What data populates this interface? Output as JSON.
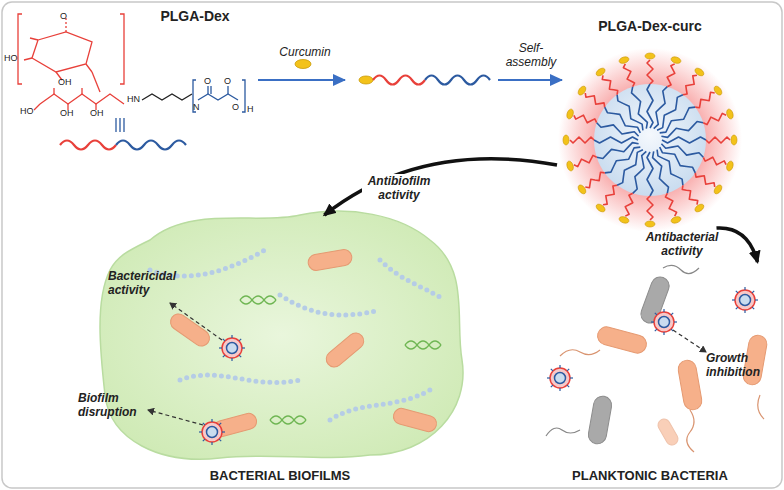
{
  "diagram": {
    "nodes": [
      {
        "text": [
          "PLGA-Dex"
        ]
      },
      {
        "text": [
          "PLGA-Dex-curc"
        ]
      },
      {
        "text": [
          "BACTERIAL BIOFILMS"
        ]
      },
      {
        "text": [
          "PLANKTONIC BACTERIA"
        ]
      }
    ],
    "edges": [
      {
        "from": 1,
        "to": 2,
        "arrow": "to",
        "label": "Antibiofilm activity"
      },
      {
        "from": 1,
        "to": 3,
        "arrow": "to",
        "label": "Antibacterial activity"
      }
    ],
    "labels": [
      "Curcumin",
      "Self-assembly",
      "Bactericidal activity",
      "Biofilm disruption",
      "Growth inhibition",
      "O",
      "HO",
      "OH",
      "HO",
      "OH",
      "OH",
      "HN",
      "N",
      "O",
      "O",
      "O",
      "H"
    ]
  }
}
